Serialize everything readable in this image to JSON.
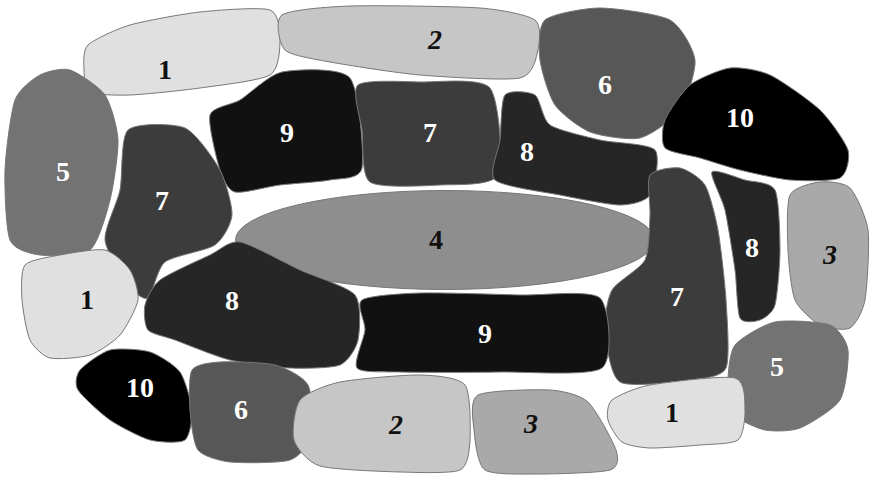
{
  "diagram": {
    "nodes": [
      {
        "text": [
          "1"
        ]
      },
      {
        "text": [
          "2"
        ]
      },
      {
        "text": [
          "6"
        ]
      },
      {
        "text": [
          "10"
        ]
      },
      {
        "text": [
          "5"
        ]
      },
      {
        "text": [
          "9"
        ]
      },
      {
        "text": [
          "7"
        ]
      },
      {
        "text": [
          "8"
        ]
      },
      {
        "text": [
          "7"
        ]
      },
      {
        "text": [
          "4"
        ]
      },
      {
        "text": [
          "7"
        ]
      },
      {
        "text": [
          "8"
        ]
      },
      {
        "text": [
          "3"
        ]
      },
      {
        "text": [
          "1"
        ]
      },
      {
        "text": [
          "8"
        ]
      },
      {
        "text": [
          "9"
        ]
      },
      {
        "text": [
          "5"
        ]
      },
      {
        "text": [
          "10"
        ]
      },
      {
        "text": [
          "6"
        ]
      },
      {
        "text": [
          "2"
        ]
      },
      {
        "text": [
          "3"
        ]
      },
      {
        "text": [
          "1"
        ]
      }
    ]
  }
}
